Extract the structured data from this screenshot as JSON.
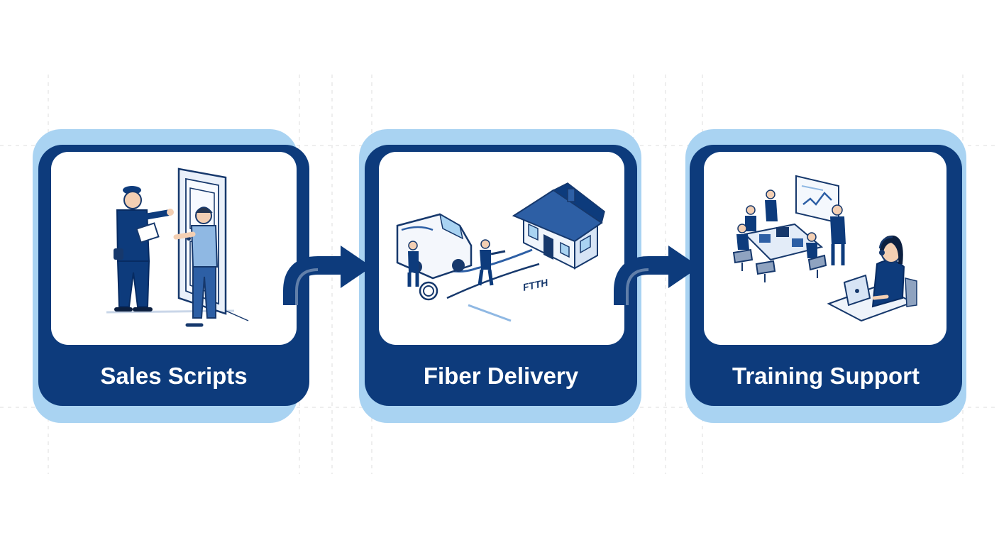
{
  "colors": {
    "navy": "#0d3b7c",
    "navy_dark": "#072b62",
    "light_blue": "#a9d3f2",
    "card_white": "#ffffff",
    "ink": "#16386c",
    "mid_blue": "#2d5fa5",
    "skin": "#f3cfb3",
    "grid_line": "#dcdcdc"
  },
  "steps": [
    {
      "label": "Sales Scripts",
      "illustration": "door-to-door-salesman-illustration"
    },
    {
      "label": "Fiber Delivery",
      "illustration": "fiber-installation-van-house-illustration",
      "cable_tag": "FTTH"
    },
    {
      "label": "Training Support",
      "illustration": "team-training-headset-agent-illustration"
    }
  ],
  "connectors": [
    "arrow-right-icon",
    "arrow-right-icon"
  ]
}
